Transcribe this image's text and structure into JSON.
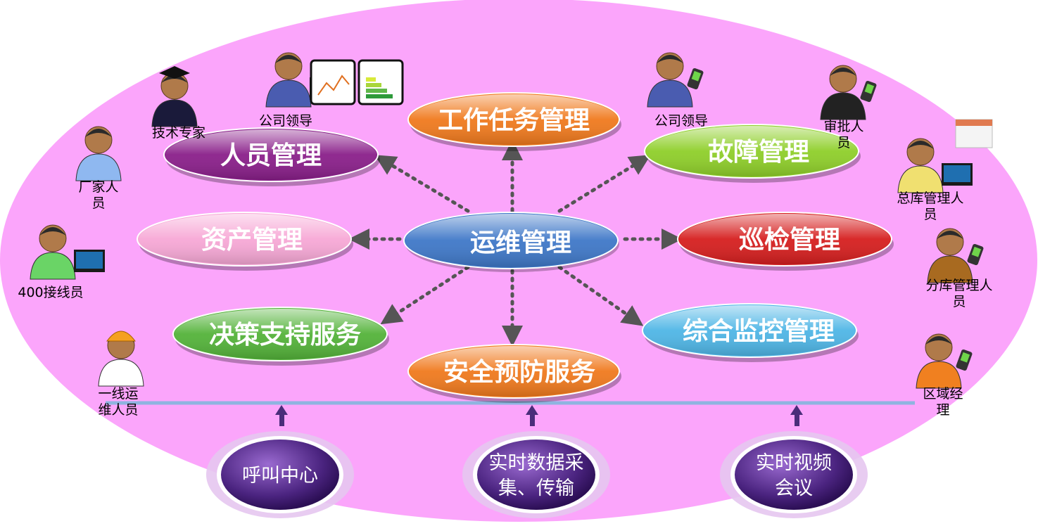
{
  "center": {
    "label": "运维管理",
    "color": "#3f78c8"
  },
  "modules": [
    {
      "id": "task",
      "label": "工作任务管理",
      "color": "#f07a1e"
    },
    {
      "id": "personnel",
      "label": "人员管理",
      "color": "#8a1f8a"
    },
    {
      "id": "fault",
      "label": "故障管理",
      "color": "#8fcf2a"
    },
    {
      "id": "asset",
      "label": "资产管理",
      "color": "#f7a8d6"
    },
    {
      "id": "patrol",
      "label": "巡检管理",
      "color": "#d61f1f"
    },
    {
      "id": "decision",
      "label": "决策支持服务",
      "color": "#54b33a"
    },
    {
      "id": "safety",
      "label": "安全预防服务",
      "color": "#f07a1e"
    },
    {
      "id": "monitor",
      "label": "综合监控管理",
      "color": "#4fb6e6"
    }
  ],
  "roles": [
    {
      "id": "leader-left",
      "lines": [
        "公司领导"
      ]
    },
    {
      "id": "expert",
      "lines": [
        "技术专家"
      ]
    },
    {
      "id": "vendor",
      "lines": [
        "厂家人",
        "员"
      ]
    },
    {
      "id": "operator-400",
      "lines": [
        "400接线员"
      ]
    },
    {
      "id": "frontline",
      "lines": [
        "一线运",
        "维人员"
      ]
    },
    {
      "id": "leader-right",
      "lines": [
        "公司领导"
      ]
    },
    {
      "id": "approver",
      "lines": [
        "审批人",
        "员"
      ]
    },
    {
      "id": "warehouse-main",
      "lines": [
        "总库管理人",
        "员"
      ]
    },
    {
      "id": "warehouse-sub",
      "lines": [
        "分库管理人",
        "员"
      ]
    },
    {
      "id": "region-manager",
      "lines": [
        "区域经",
        "理"
      ]
    }
  ],
  "bottom": [
    {
      "id": "call-center",
      "lines": [
        "呼叫中心"
      ]
    },
    {
      "id": "data-collect",
      "lines": [
        "实时数据采",
        "集、传输"
      ]
    },
    {
      "id": "video-conf",
      "lines": [
        "实时视频",
        "会议"
      ]
    }
  ],
  "colors": {
    "background": "#fba5fb",
    "bus": "#8fb4e0",
    "arrow": "#4a2d7a",
    "dotted": "#555555"
  }
}
